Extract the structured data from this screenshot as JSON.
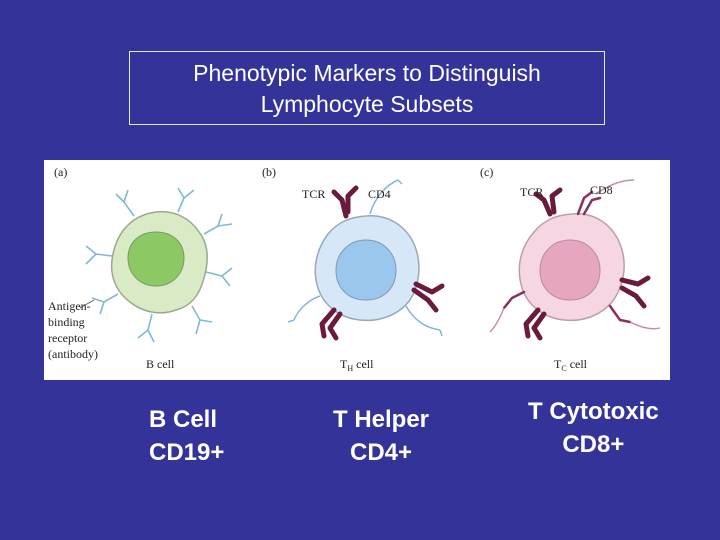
{
  "title": {
    "line1": "Phenotypic Markers to Distinguish",
    "line2": "Lymphocyte Subsets"
  },
  "figure": {
    "panels": [
      {
        "letter": "(a)",
        "cell_label": "B cell"
      },
      {
        "letter": "(b)",
        "cell_label": "T",
        "cell_label_sub": "H",
        "cell_label_suffix": " cell",
        "receptor": "TCR",
        "marker": "CD4"
      },
      {
        "letter": "(c)",
        "cell_label": "T",
        "cell_label_sub": "C",
        "cell_label_suffix": " cell",
        "receptor": "TCR",
        "marker": "CD8"
      }
    ],
    "receptor_annotation": [
      "Antigen-",
      "binding",
      "receptor",
      "(antibody)"
    ]
  },
  "captions": [
    {
      "line1": "B Cell",
      "line2": "CD19+"
    },
    {
      "line1": "T Helper",
      "line2": "CD4+"
    },
    {
      "line1": "T Cytotoxic",
      "line2": "CD8+"
    }
  ],
  "colors": {
    "background": "#333399",
    "b_cell_nucleus": "#8cc965",
    "b_cell_cytoplasm": "#d8ebc4",
    "th_cell_nucleus": "#9cc7ec",
    "th_cell_cytoplasm": "#d6e7f7",
    "tc_cell_nucleus": "#e6a6c0",
    "tc_cell_cytoplasm": "#f5d6e2",
    "tcr": "#6b1a3e",
    "antibody": "#7fb8d8"
  }
}
